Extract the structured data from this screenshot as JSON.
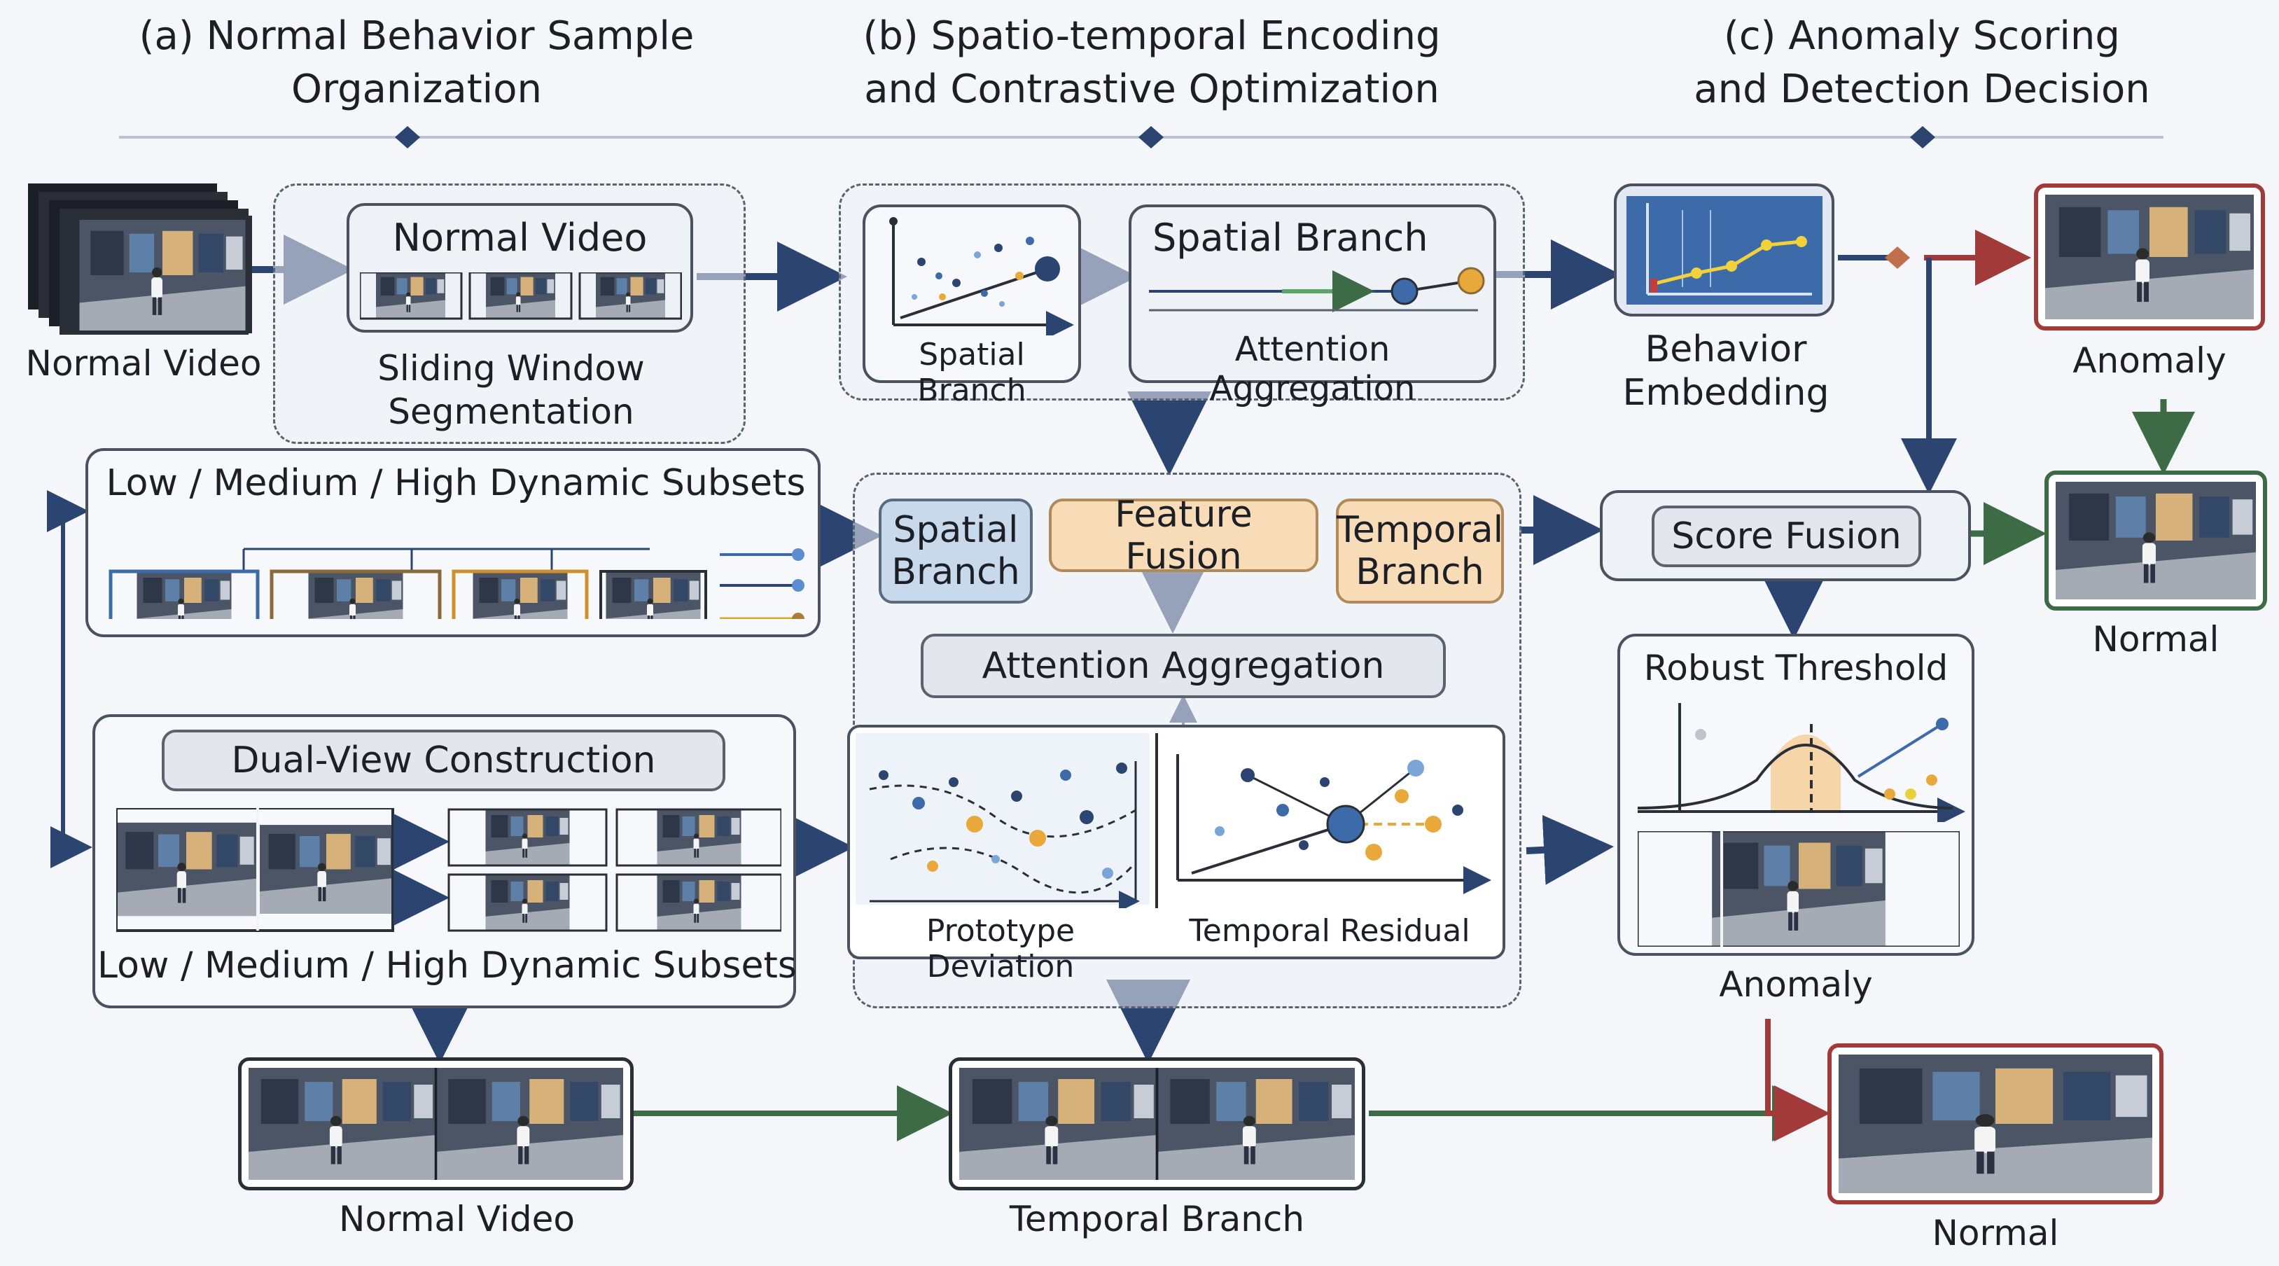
{
  "headers": {
    "a": "(a) Normal Behavior Sample\nOrganization",
    "b": "(b) Spatio-temporal Encoding\nand Contrastive Optimization",
    "c": "(c) Anomaly Scoring\nand Detection Decision"
  },
  "section_a": {
    "input_label": "Normal Video",
    "normal_video_title": "Normal Video",
    "sliding_window_label": "Sliding Window\nSegmentation",
    "subsets_title": "Low / Medium / High Dynamic Subsets",
    "dual_view_title": "Dual-View Construction",
    "dual_view_caption": "Low / Medium / High Dynamic Subsets",
    "bottom_output_label": "Normal Video"
  },
  "section_b": {
    "spatial_branch_plot_label": "Spatial Branch",
    "spatial_branch_title": "Spatial Branch",
    "attention_aggregation_inner": "Attention Aggregation",
    "spatial_branch_block": "Spatial\nBranch",
    "feature_fusion": "Feature Fusion",
    "temporal_branch_block": "Temporal\nBranch",
    "attention_aggregation": "Attention Aggregation",
    "prototype_deviation": "Prototype Deviation",
    "temporal_residual": "Temporal Residual",
    "bottom_output_label": "Temporal Branch"
  },
  "section_c": {
    "behavior_embedding": "Behavior\nEmbedding",
    "anomaly_top": "Anomaly",
    "normal_mid": "Normal",
    "score_fusion": "Score Fusion",
    "robust_threshold": "Robust Threshold",
    "anomaly_bottom": "Anomaly",
    "normal_bottom": "Normal"
  },
  "colors": {
    "arrow_navy": "#2b4470",
    "arrow_green": "#3d6b45",
    "arrow_red": "#a23a3a",
    "accent_orange": "#e8a93a",
    "accent_blue": "#3d6aa8"
  }
}
